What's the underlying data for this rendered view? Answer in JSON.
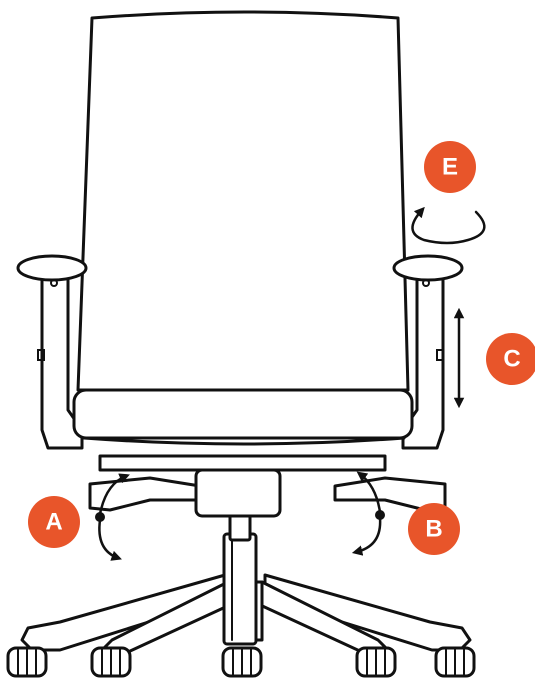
{
  "diagram": {
    "accent_color": "#E8552A",
    "line_color": "#111111",
    "labels": {
      "a": "A",
      "b": "B",
      "c": "C",
      "e": "E"
    }
  }
}
